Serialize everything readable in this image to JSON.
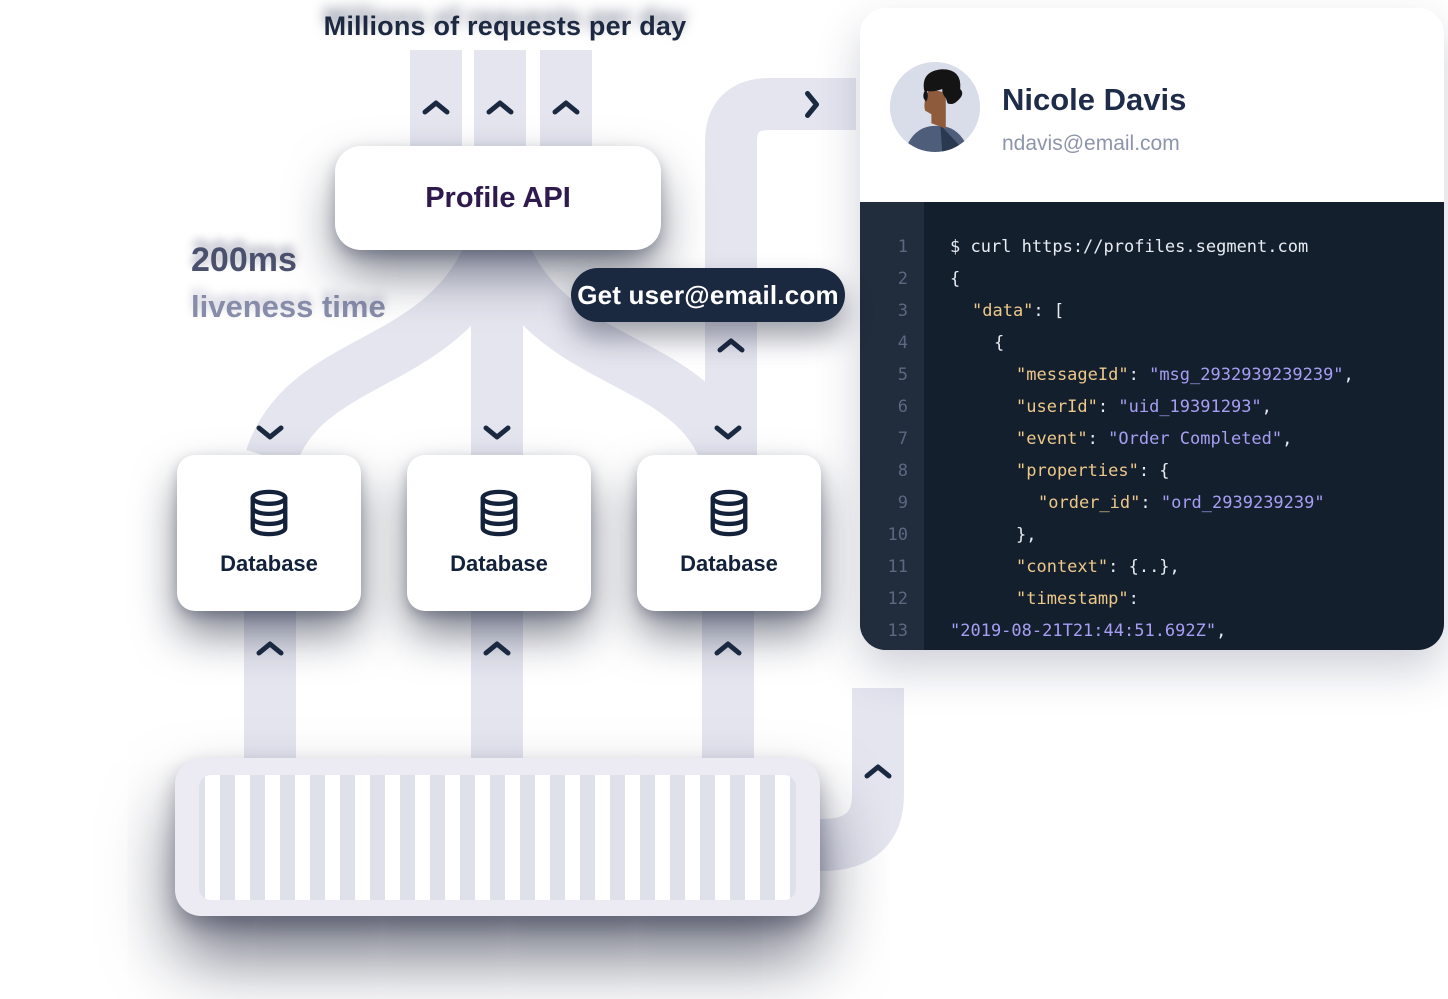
{
  "title": "Millions of requests per day",
  "latency_stat": {
    "value": "200ms",
    "label": "liveness time"
  },
  "profile_api": {
    "label": "Profile API"
  },
  "request_pill": {
    "label": "Get user@email.com"
  },
  "databases": [
    {
      "label": "Database"
    },
    {
      "label": "Database"
    },
    {
      "label": "Database"
    }
  ],
  "bottom_box": {
    "stripes_count": 20
  },
  "profile_card": {
    "name": "Nicole Davis",
    "email": "ndavis@email.com"
  },
  "code_panel": {
    "lines": [
      {
        "num": "1",
        "indent": 0,
        "segments": [
          {
            "text": "$ curl https://profiles.segment.com",
            "c": "plain"
          }
        ]
      },
      {
        "num": "2",
        "indent": 0,
        "segments": [
          {
            "text": "{",
            "c": "plain"
          }
        ]
      },
      {
        "num": "3",
        "indent": 1,
        "segments": [
          {
            "text": "\"data\"",
            "c": "key"
          },
          {
            "text": ": [",
            "c": "plain"
          }
        ]
      },
      {
        "num": "4",
        "indent": 2,
        "segments": [
          {
            "text": "{",
            "c": "plain"
          }
        ]
      },
      {
        "num": "5",
        "indent": 3,
        "segments": [
          {
            "text": "\"messageId\"",
            "c": "key"
          },
          {
            "text": ": ",
            "c": "plain"
          },
          {
            "text": "\"msg_2932939239239\"",
            "c": "str"
          },
          {
            "text": ",",
            "c": "plain"
          }
        ]
      },
      {
        "num": "6",
        "indent": 3,
        "segments": [
          {
            "text": "\"userId\"",
            "c": "key"
          },
          {
            "text": ": ",
            "c": "plain"
          },
          {
            "text": "\"uid_19391293\"",
            "c": "str"
          },
          {
            "text": ",",
            "c": "plain"
          }
        ]
      },
      {
        "num": "7",
        "indent": 3,
        "segments": [
          {
            "text": "\"event\"",
            "c": "key"
          },
          {
            "text": ": ",
            "c": "plain"
          },
          {
            "text": "\"Order Completed\"",
            "c": "str"
          },
          {
            "text": ",",
            "c": "plain"
          }
        ]
      },
      {
        "num": "8",
        "indent": 3,
        "segments": [
          {
            "text": "\"properties\"",
            "c": "key"
          },
          {
            "text": ": {",
            "c": "plain"
          }
        ]
      },
      {
        "num": "9",
        "indent": 4,
        "segments": [
          {
            "text": "\"order_id\"",
            "c": "key"
          },
          {
            "text": ": ",
            "c": "plain"
          },
          {
            "text": "\"ord_2939239239\"",
            "c": "str"
          }
        ]
      },
      {
        "num": "10",
        "indent": 3,
        "segments": [
          {
            "text": "},",
            "c": "plain"
          }
        ]
      },
      {
        "num": "11",
        "indent": 3,
        "segments": [
          {
            "text": "\"context\"",
            "c": "key"
          },
          {
            "text": ": {..},",
            "c": "plain"
          }
        ]
      },
      {
        "num": "12",
        "indent": 3,
        "segments": [
          {
            "text": "\"timestamp\"",
            "c": "key"
          },
          {
            "text": ":",
            "c": "plain"
          }
        ]
      },
      {
        "num": "13",
        "indent": 0,
        "segments": [
          {
            "text": "\"2019-08-21T21:44:51.692Z\"",
            "c": "str"
          },
          {
            "text": ",",
            "c": "plain"
          }
        ]
      }
    ]
  },
  "icons": {
    "database_icon": "database-cylinder",
    "arrow_up_icon": "chevron-up",
    "arrow_down_icon": "chevron-down",
    "arrow_right_icon": "chevron-right"
  },
  "colors": {
    "accent_navy": "#1b2940",
    "connector": "#e4e5ef",
    "code_bg": "#141f2d",
    "gutter_bg": "#212c3d",
    "code_key": "#ecc88a",
    "code_string": "#a69ef3",
    "code_plain": "#e7ecf4",
    "title_navy": "#1d2940",
    "profile_api_text": "#2e1a4d"
  }
}
